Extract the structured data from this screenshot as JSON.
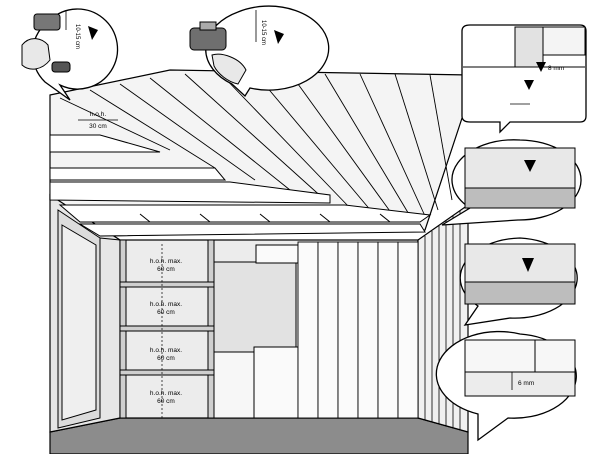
{
  "labels": {
    "ceiling_spacing": "h.o.h.",
    "ceiling_spacing_value": "30 cm",
    "wall_spacing": "h.o.h. max.",
    "wall_spacing_value": "60 cm",
    "nail_distance_a": "10-15 cm",
    "nail_distance_b": "10-15 cm",
    "gap_top": "8 mm",
    "gap_bottom": "6 mm"
  },
  "colors": {
    "line": "#000000",
    "panel_light": "#f2f2f2",
    "panel_mid": "#d9d9d9",
    "panel_dark": "#9a9a9a",
    "floor": "#8c8c8c",
    "wood": "#e8e8e8"
  },
  "icons": [
    "nail-gun-icon",
    "hand-icon",
    "nail-icon",
    "arrow-icon"
  ]
}
